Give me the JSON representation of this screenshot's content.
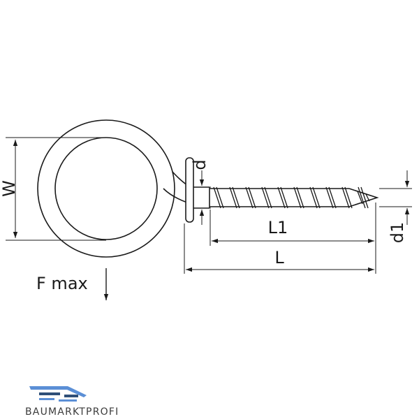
{
  "diagram": {
    "labels": {
      "w": "W",
      "d": "d",
      "l1": "L1",
      "l": "L",
      "d1": "d1",
      "fmax": "F max"
    }
  },
  "brand": {
    "name": "BAUMARKTPROFI",
    "colors": {
      "accent": "#5b8fd6",
      "dark": "#2f4f78",
      "text": "#3b3b3b"
    }
  }
}
